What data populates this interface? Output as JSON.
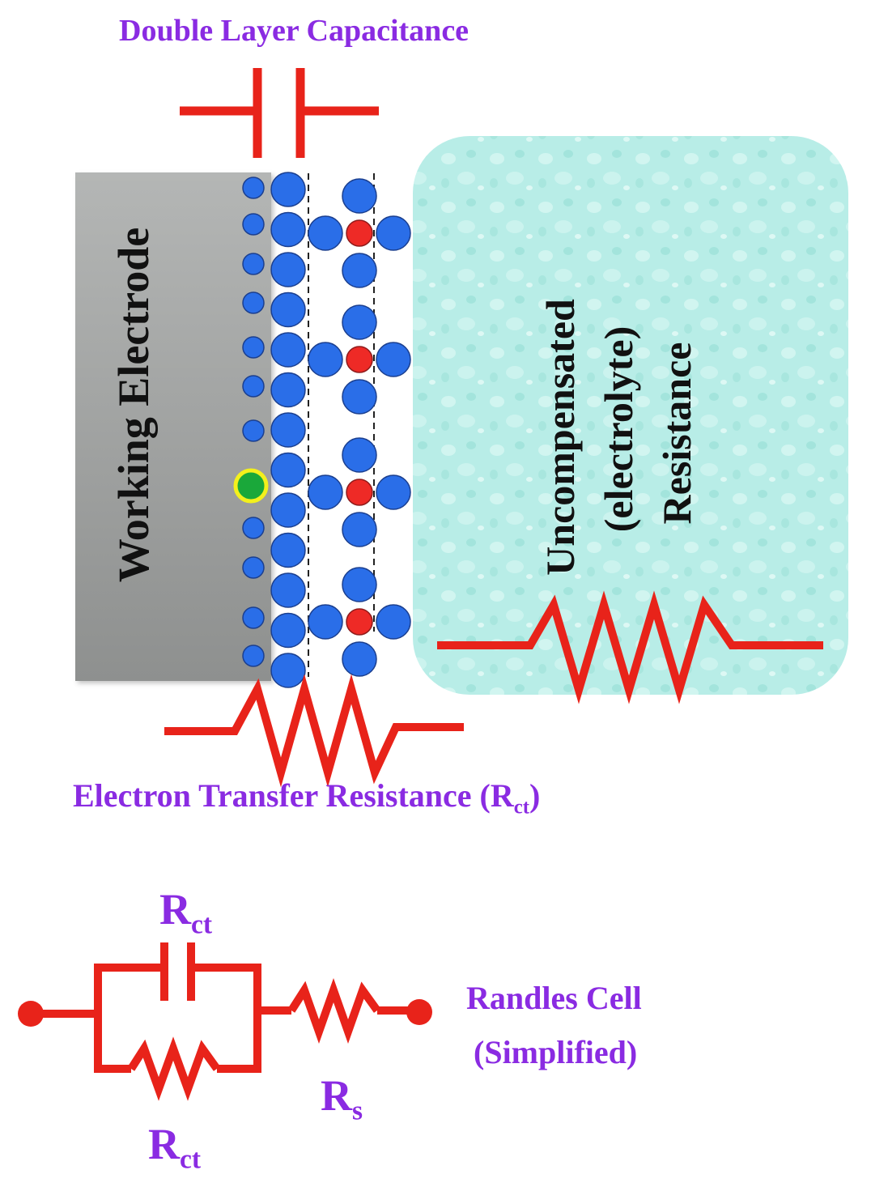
{
  "labels": {
    "double_layer": "Double Layer Capacitance",
    "working_electrode": "Working Electrode",
    "uncompensated_line1": "Uncompensated",
    "uncompensated_line2": "(electrolyte)",
    "uncompensated_line3": "Resistance",
    "electron_transfer": "Electron Transfer Resistance (R",
    "electron_transfer_sub": "ct",
    "electron_transfer_close": ")",
    "randles_line1": "Randles Cell",
    "randles_line2": "(Simplified)",
    "cap_label": "R",
    "cap_label_sub": "ct",
    "res_label": "R",
    "res_label_sub": "ct",
    "rs_label": "R",
    "rs_label_sub": "s"
  },
  "colors": {
    "wire": "#e8231a",
    "label": "#8a2be2",
    "electrode": "#9a9c9b",
    "electrolyte": "#b6ece6",
    "ion_blue": "#2a6ee8",
    "ion_red": "#ee2a26",
    "ion_green": "#1aa83a",
    "ion_green_ring": "#f3f01c"
  },
  "icons": {
    "capacitor": "capacitor-icon",
    "resistor": "resistor-icon",
    "terminal": "terminal-dot-icon"
  }
}
